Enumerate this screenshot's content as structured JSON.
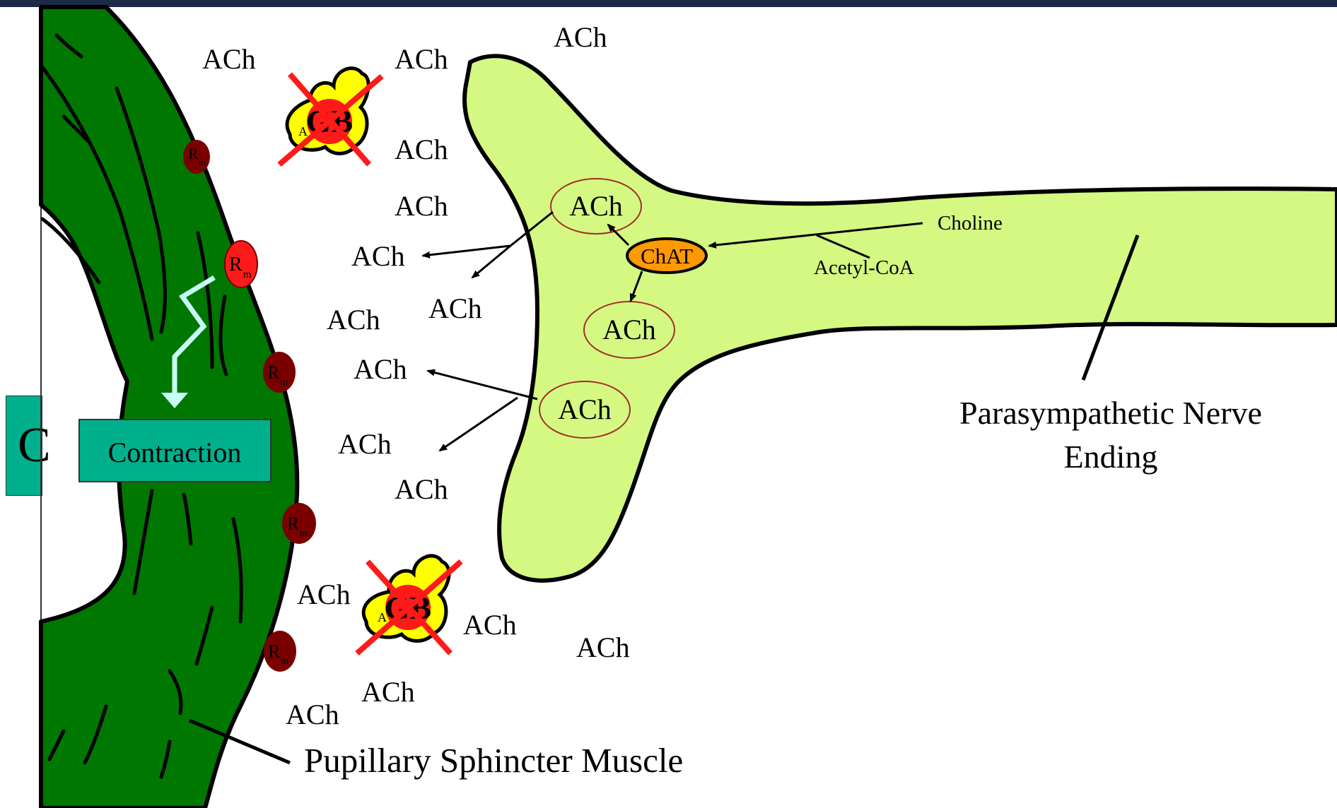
{
  "colors": {
    "muscle": "#007700",
    "nerve": "#d4f882",
    "contraction_box": "#00b08c",
    "gb_yellow": "#ffff00",
    "gb_red": "#ff1a1a",
    "chat_orange": "#ff9900",
    "receptor_dark": "#7a0000",
    "receptor_bright": "#ff1a1a",
    "vesicle_outline": "#a0302a",
    "signal_arrow": "#c8fff5",
    "top_bar": "#1b2a45"
  },
  "icons": {
    "gb_blocked": "gb-blocked-x-icon",
    "signal": "zigzag-arrow-icon",
    "receptor": "receptor-icon"
  },
  "labels": {
    "ach": "ACh",
    "chat": "ChAT",
    "choline": "Choline",
    "acetyl_coa": "Acetyl-CoA",
    "gb": "GB",
    "gb_sub": "A",
    "receptor": "R",
    "receptor_sub": "m",
    "contraction": "Contraction",
    "left_partial": "C",
    "nerve_ending_line1": "Parasympathetic Nerve",
    "nerve_ending_line2": "Ending",
    "muscle": "Pupillary Sphincter Muscle"
  }
}
